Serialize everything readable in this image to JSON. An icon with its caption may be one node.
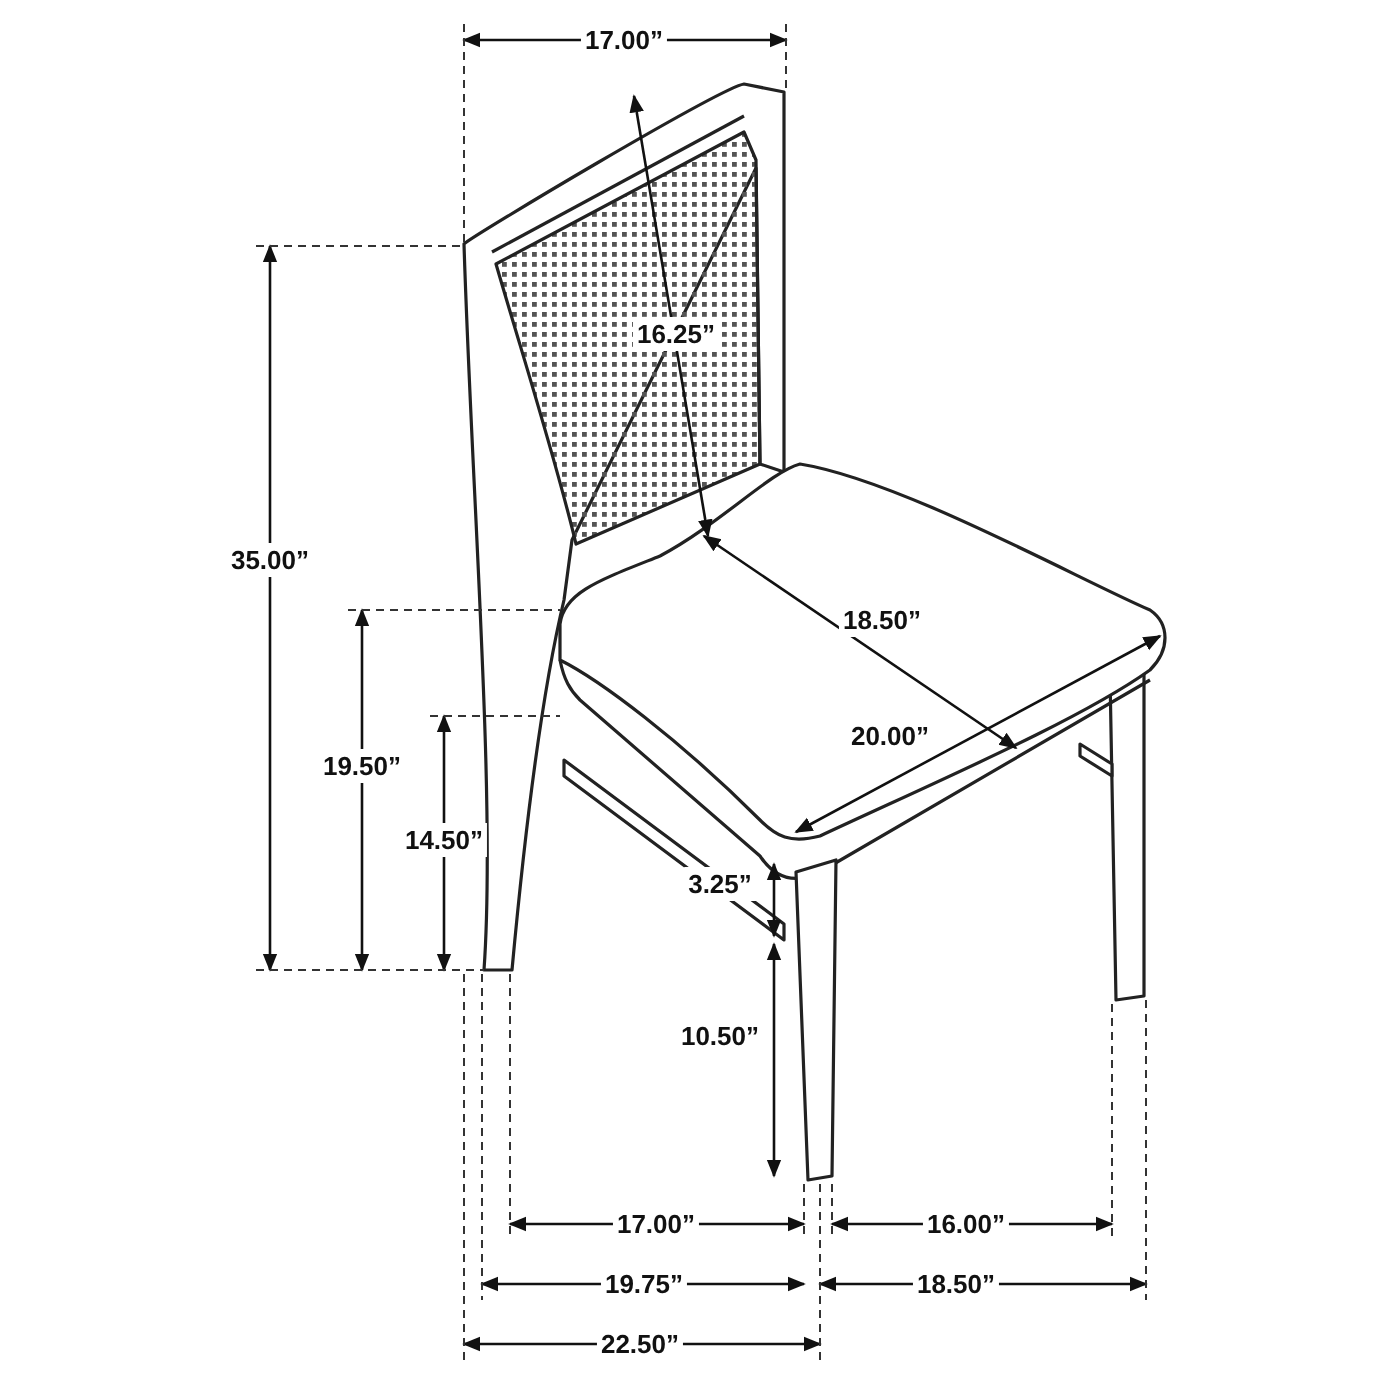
{
  "diagram": {
    "labels": [
      "17.00”",
      "16.25”",
      "35.00”",
      "18.50”",
      "20.00”",
      "19.50”",
      "14.50”",
      "3.25”",
      "10.50”",
      "17.00”",
      "16.00”",
      "19.75”",
      "18.50”",
      "22.50”"
    ]
  }
}
